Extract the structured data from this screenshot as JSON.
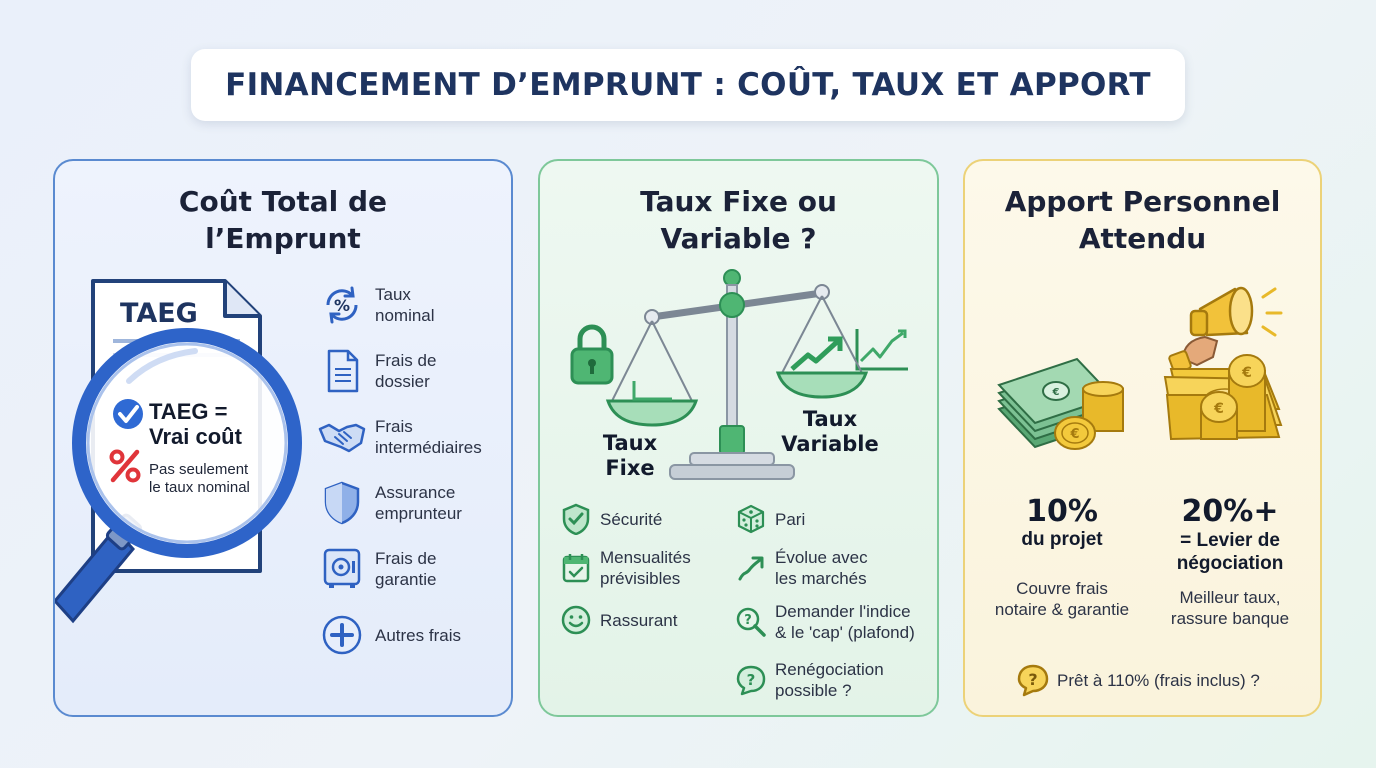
{
  "title": "FINANCEMENT D’EMPRUNT : COÛT, TAUX ET APPORT",
  "colors": {
    "blue": "#3b6fc9",
    "green": "#3fa869",
    "gold": "#e2b72c",
    "navy": "#1e3460"
  },
  "cost": {
    "title_line1": "Coût Total de",
    "title_line2": "l’Emprunt",
    "doc_label": "TAEG",
    "lens_headline_1": "TAEG =",
    "lens_headline_2": "Vrai coût",
    "lens_note": "Pas seulement\nle taux nominal",
    "items": [
      {
        "icon": "percent-cycle-icon",
        "label": "Taux\nnominal"
      },
      {
        "icon": "document-icon",
        "label": "Frais de\ndossier"
      },
      {
        "icon": "handshake-icon",
        "label": "Frais\nintermédiaires"
      },
      {
        "icon": "shield-icon",
        "label": "Assurance\nemprunteur"
      },
      {
        "icon": "safe-icon",
        "label": "Frais de\ngarantie"
      },
      {
        "icon": "plus-circle-icon",
        "label": "Autres frais"
      }
    ]
  },
  "rate": {
    "title_line1": "Taux Fixe ou",
    "title_line2": "Variable ?",
    "fixed_label": "Taux\nFixe",
    "variable_label": "Taux\nVariable",
    "fixed_items": [
      {
        "icon": "check-shield-icon",
        "label": "Sécurité"
      },
      {
        "icon": "calendar-check-icon",
        "label": "Mensualités\nprévisibles"
      },
      {
        "icon": "smiley-icon",
        "label": "Rassurant"
      }
    ],
    "variable_items": [
      {
        "icon": "dice-icon",
        "label": "Pari"
      },
      {
        "icon": "trend-arrow-icon",
        "label": "Évolue avec\nles marchés"
      },
      {
        "icon": "magnifier-question-icon",
        "label": "Demander l'indice\n& le 'cap' (plafond)"
      },
      {
        "icon": "speech-question-icon",
        "label": "Renégociation\npossible ?"
      }
    ]
  },
  "deposit": {
    "title_line1": "Apport Personnel",
    "title_line2": "Attendu",
    "left_percent": "10%",
    "left_caption": "du projet",
    "left_note": "Couvre frais\nnotaire & garantie",
    "right_percent": "20%+",
    "right_caption": "= Levier de\nnégociation",
    "right_note": "Meilleur taux,\nrassure banque",
    "footer": "Prêt à 110% (frais inclus) ?"
  }
}
